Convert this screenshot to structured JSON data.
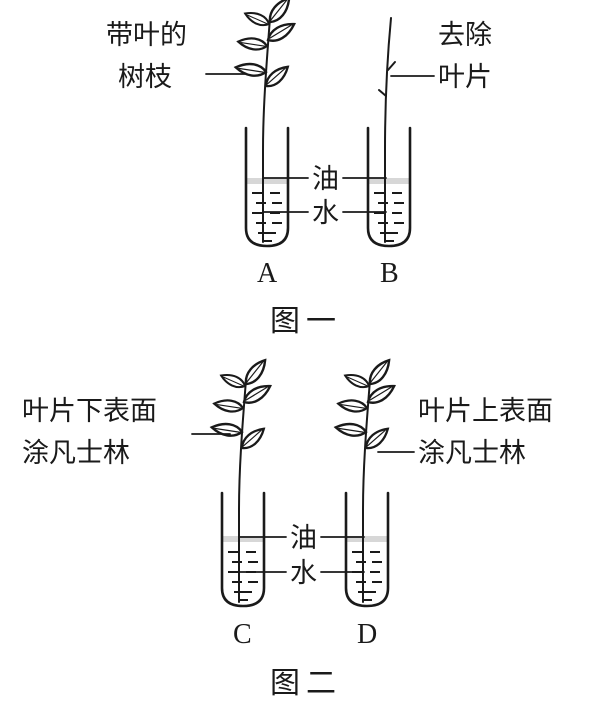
{
  "figure1": {
    "caption": "图一",
    "tube_a": "A",
    "tube_b": "B",
    "label_leafy_branch_line1": "带叶的",
    "label_leafy_branch_line2": "树枝",
    "label_removed_leaves_line1": "去除",
    "label_removed_leaves_line2": "叶片",
    "label_oil": "油",
    "label_water": "水"
  },
  "figure2": {
    "caption": "图二",
    "tube_c": "C",
    "tube_d": "D",
    "label_lower_surface_line1": "叶片下表面",
    "label_lower_surface_line2": "涂凡士林",
    "label_upper_surface_line1": "叶片上表面",
    "label_upper_surface_line2": "涂凡士林",
    "label_oil": "油",
    "label_water": "水"
  }
}
